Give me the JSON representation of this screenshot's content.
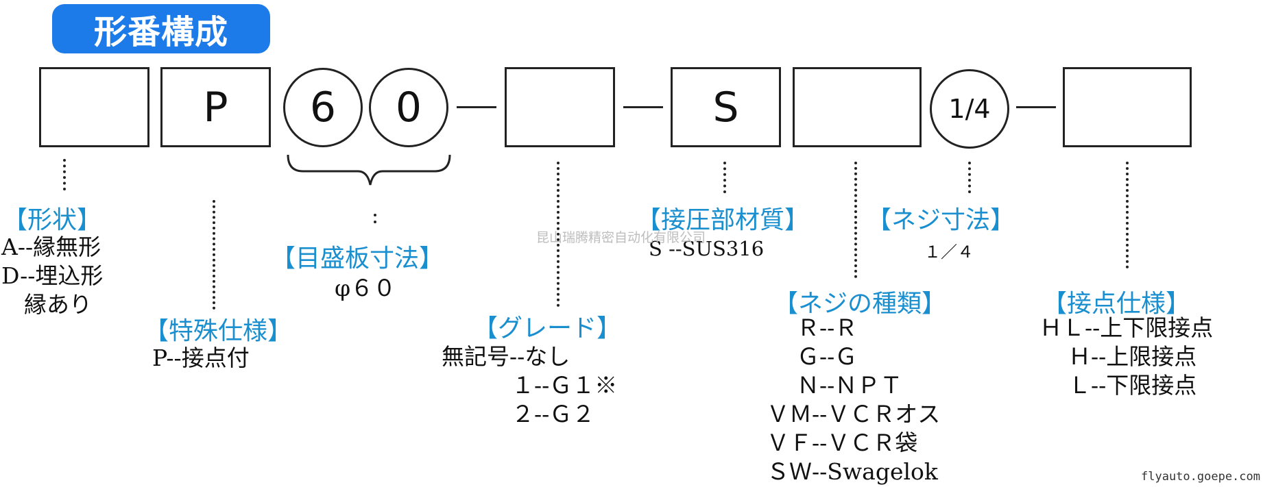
{
  "title": "形番構成",
  "boxes": {
    "shape": "",
    "special": "P",
    "dial1": "6",
    "dial2": "0",
    "grade": "",
    "material": "S",
    "thread_type": "",
    "thread_size": "1/4",
    "contact": ""
  },
  "sections": {
    "shape": {
      "heading": "【形状】",
      "lines": [
        "A--縁無形",
        "D--埋込形",
        "　縁あり"
      ]
    },
    "special": {
      "heading": "【特殊仕様】",
      "lines": [
        "P--接点付"
      ]
    },
    "dial": {
      "heading": "【目盛板寸法】",
      "lines": [
        "φ６０"
      ]
    },
    "grade": {
      "heading": "【グレード】",
      "lines": [
        "無記号--なし",
        "１--Ｇ１※",
        "２--Ｇ２"
      ]
    },
    "material": {
      "heading": "【接圧部材質】",
      "lines": [
        "S --SUS316"
      ]
    },
    "thread_size": {
      "heading": "【ネジ寸法】",
      "lines": [
        "１／４"
      ]
    },
    "thread_type": {
      "heading": "【ネジの種類】",
      "lines": [
        "Ｒ--Ｒ",
        "Ｇ--Ｇ",
        "Ｎ--ＮＰＴ",
        "ＶＭ--ＶＣＲオス",
        "ＶＦ--ＶＣＲ袋",
        "ＳＷ--Swagelok"
      ]
    },
    "contact": {
      "heading": "【接点仕様】",
      "lines": [
        "ＨＬ--上下限接点",
        "Ｈ--上限接点",
        "Ｌ--下限接点"
      ]
    }
  },
  "watermark": "昆山瑞腾精密自动化有限公司",
  "site": "flyauto.goepe.com"
}
